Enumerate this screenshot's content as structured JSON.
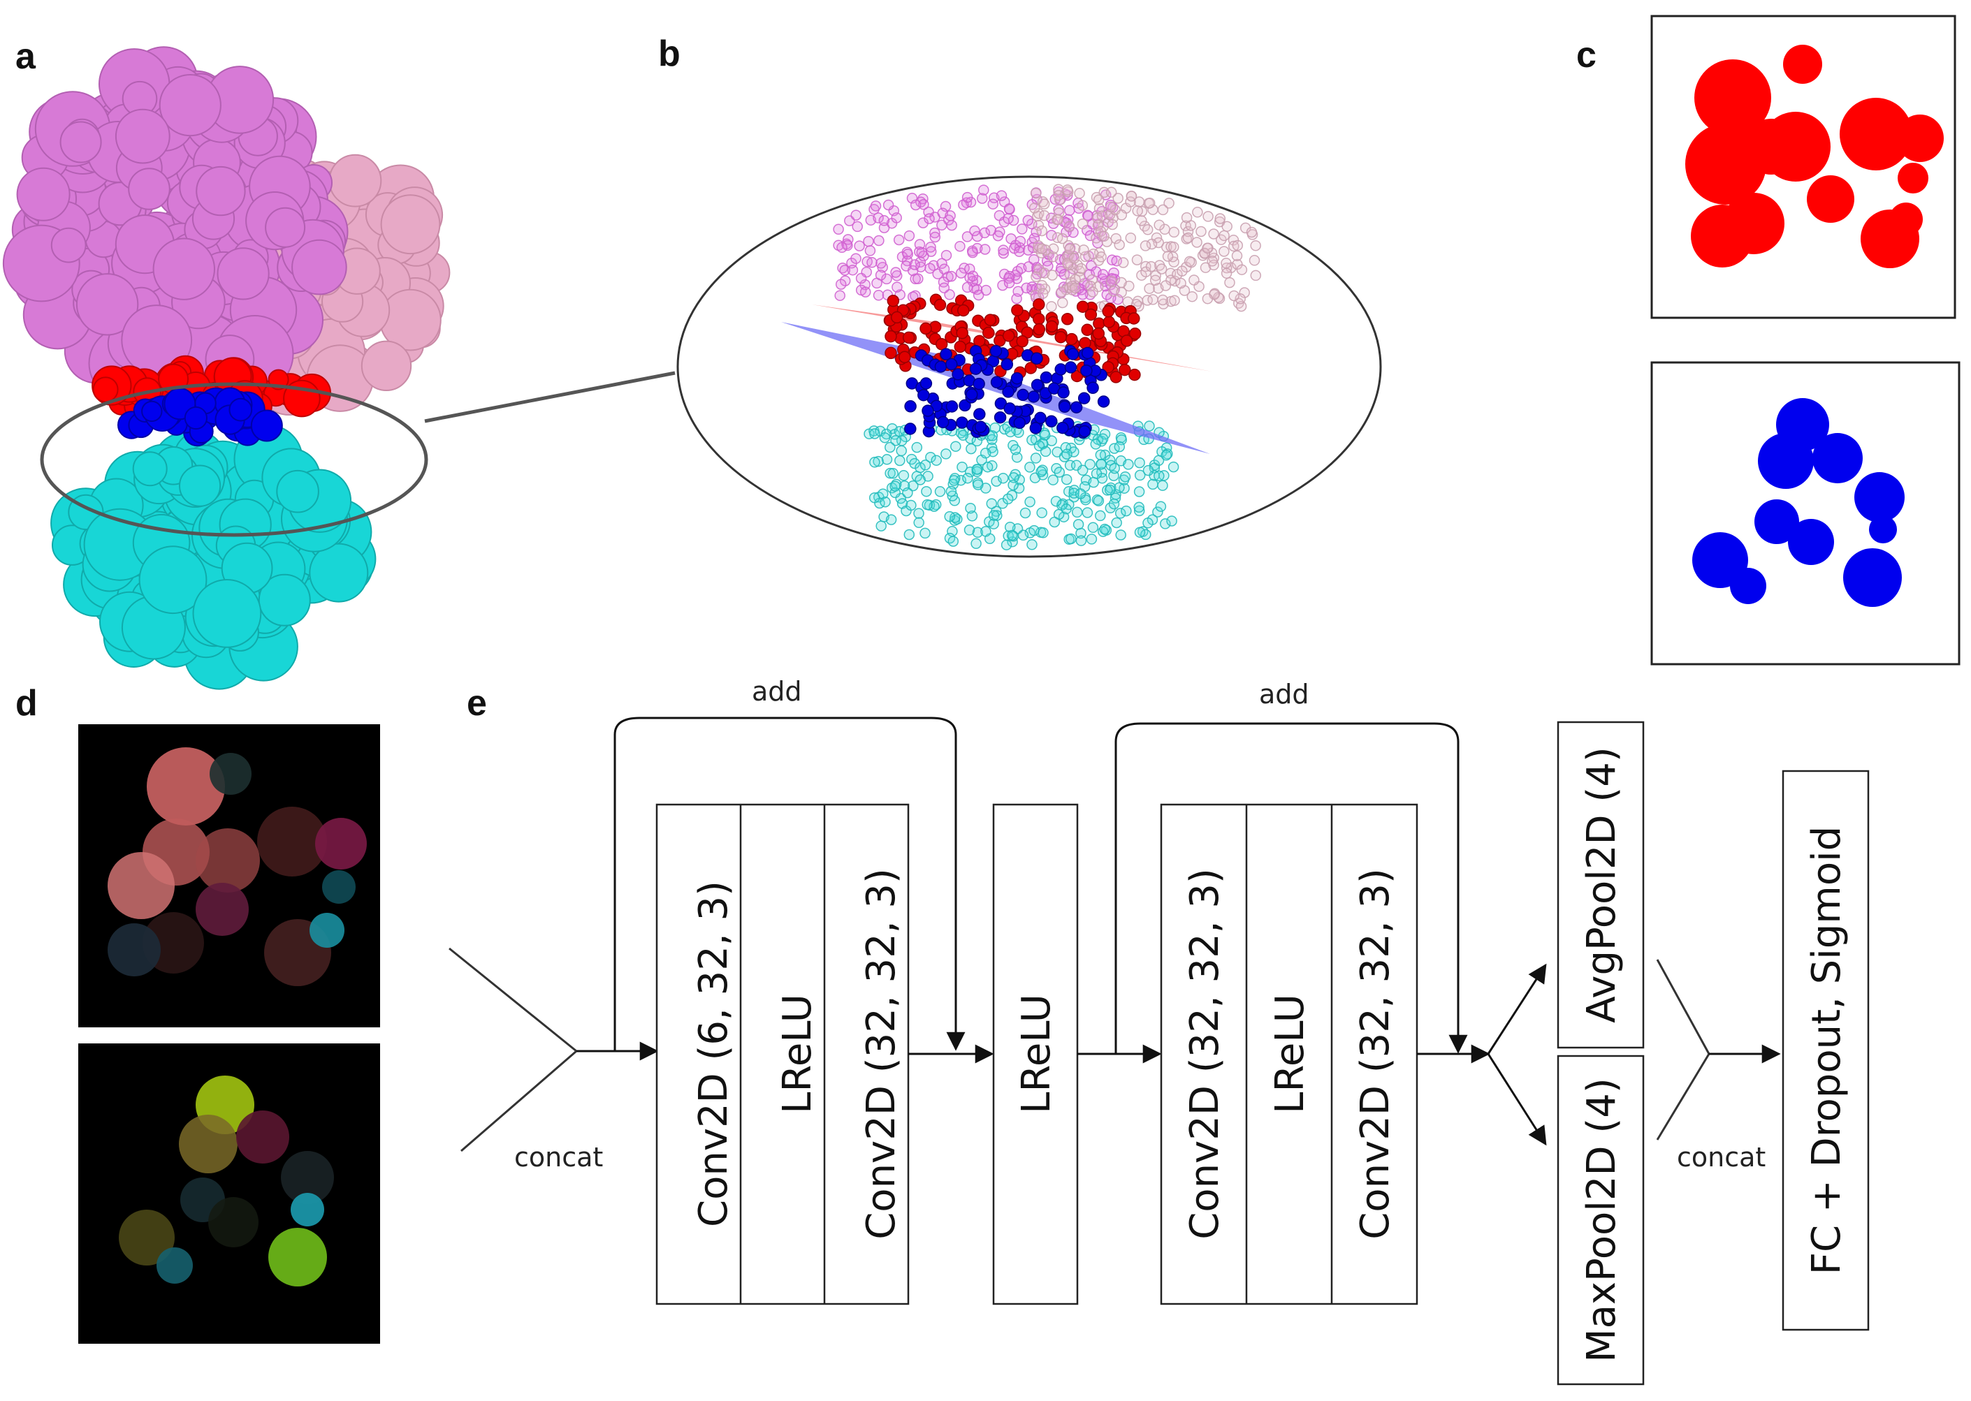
{
  "panels": {
    "a": "a",
    "b": "b",
    "c": "c",
    "d": "d",
    "e": "e"
  },
  "colors": {
    "magenta_chain": "#d77ad6",
    "pink_chain": "#e7a9c6",
    "cyan_chain": "#18d6d6",
    "interface_red": "#ff0000",
    "interface_blue": "#0000ee",
    "black": "#000000"
  },
  "network": {
    "concat_left": "concat",
    "add_1": "add",
    "add_2": "add",
    "block1": [
      "Conv2D (6, 32, 3)",
      "LReLU",
      "Conv2D (32, 32, 3)"
    ],
    "lrelu_mid": "LReLU",
    "block2": [
      "Conv2D (32, 32, 3)",
      "LReLU",
      "Conv2D (32, 32, 3)"
    ],
    "avgpool": "AvgPool2D (4)",
    "maxpool": "MaxPool2D (4)",
    "concat_right": "concat",
    "fc": "FC + Dropout, Sigmoid"
  }
}
